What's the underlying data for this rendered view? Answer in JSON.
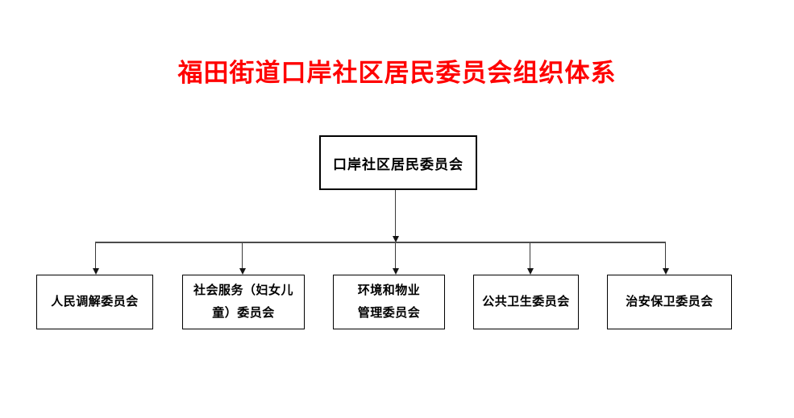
{
  "title": {
    "text": "福田街道口岸社区居民委员会组织体系"
  },
  "colors": {
    "title": "#ff0000",
    "box_border": "#000000",
    "connector_line": "#4c4c4c",
    "background": "#ffffff"
  },
  "org": {
    "root": {
      "label": "口岸社区居民委员会"
    },
    "children": [
      {
        "label": "人民调解委员会",
        "lines": [
          "人民调解委员会"
        ]
      },
      {
        "label": "社会服务（妇女儿童）委员会",
        "lines": [
          "社会服务（妇女儿",
          "童）委员会"
        ]
      },
      {
        "label": "环境和物业管理委员会",
        "lines": [
          "环境和物业",
          "管理委员会"
        ]
      },
      {
        "label": "公共卫生委员会",
        "lines": [
          "公共卫生委员会"
        ]
      },
      {
        "label": "治安保卫委员会",
        "lines": [
          "治安保卫委员会"
        ]
      }
    ]
  }
}
